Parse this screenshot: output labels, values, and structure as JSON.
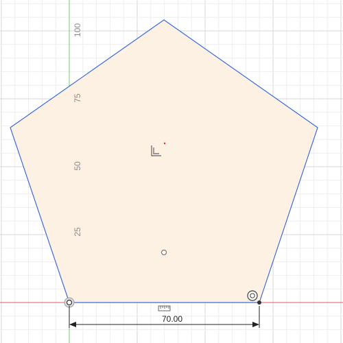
{
  "viewport": {
    "type": "sketch-canvas",
    "colors": {
      "background": "#ffffff",
      "profile_fill": "#fdf1e4",
      "profile_edge": "#3b6bdc",
      "x_axis": "#e25d5d",
      "y_axis": "#6fcf6f",
      "dimension_line": "#222222"
    },
    "y_axis_labels": [
      "100",
      "75",
      "50",
      "25"
    ],
    "sketch": {
      "shape": "pentagon",
      "dimensions": [
        {
          "label": "70.00",
          "kind": "linear"
        }
      ]
    },
    "icons": {
      "origin": "origin-point-icon",
      "vertex_constraint": "coincident-constraint-icon",
      "dimension_edit": "dimension-edit-icon",
      "profile_center": "center-point-icon",
      "orientation": "sketch-orientation-icon"
    }
  }
}
